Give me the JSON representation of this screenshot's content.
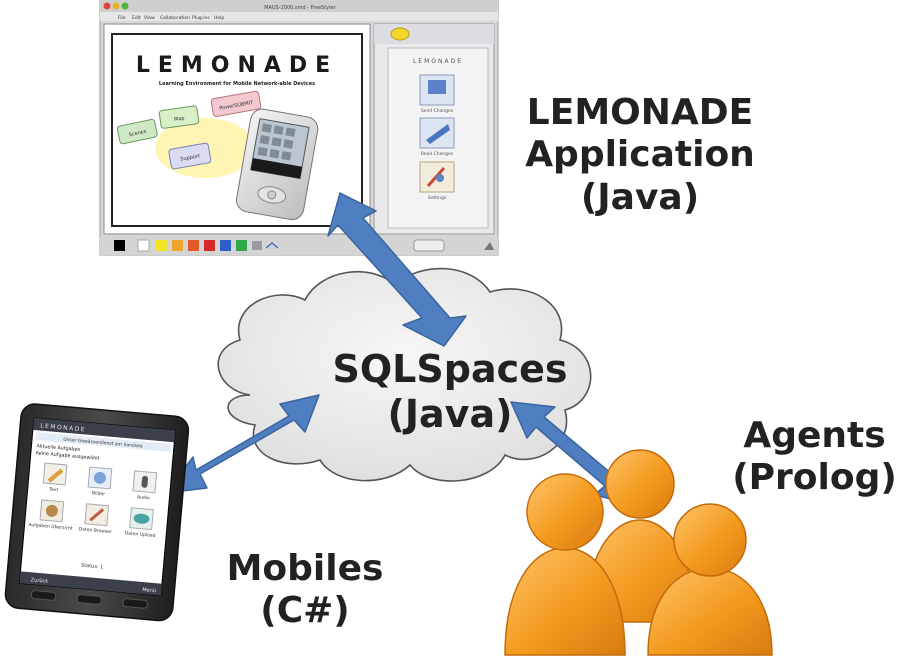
{
  "app": {
    "window_title": "MAUS-2000.smd - FreeStyler",
    "menu": [
      "File",
      "Edit",
      "View",
      "Collaboration",
      "Plug-ins",
      "Help"
    ],
    "logo_text": "LEMONADE",
    "subtitle": "Learning Environment for Mobile Network-able Devices",
    "cards": [
      "Scenes",
      "Map",
      "Support",
      "PowerSUBMIT"
    ],
    "side_title": "LEMONADE",
    "side_items": [
      "Send Changes",
      "Read Changes",
      "Settings"
    ],
    "label_line1": "LEMONADE",
    "label_line2": "Application",
    "label_line3": "(Java)"
  },
  "cloud": {
    "line1": "SQLSpaces",
    "line2": "(Java)"
  },
  "mobile": {
    "brand": "LEMONADE",
    "header": "Unser Gewässerdienst am Sandsee",
    "line1": "Aktuelle Aufgaben",
    "line2": "Keine Aufgabe ausgewählt",
    "icons": [
      "Text",
      "Bilder",
      "Audio",
      "Aufgaben Übersicht",
      "Daten Browser",
      "Daten Upload"
    ],
    "status": "Status: 1",
    "softkey_left": "Zurück",
    "softkey_right": "Menü",
    "label_line1": "Mobiles",
    "label_line2": "(C#)"
  },
  "agents": {
    "label_line1": "Agents",
    "label_line2": "(Prolog)"
  },
  "colors": {
    "arrow": "#4f7fc0",
    "arrow_stroke": "#3a659e",
    "agent": "#f39a1e",
    "agent_dark": "#c46a0a",
    "cloud_fill": "#e9e9e9"
  }
}
